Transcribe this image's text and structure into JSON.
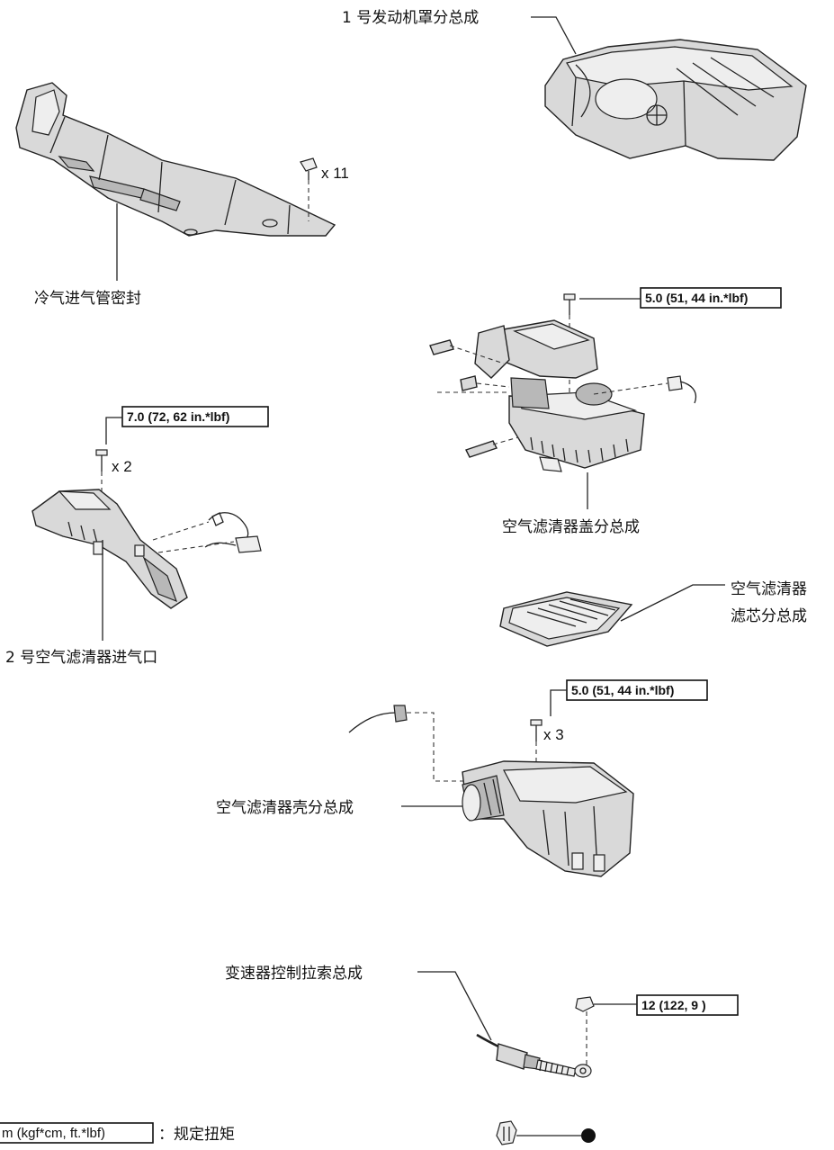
{
  "labels": {
    "engine_cover": "1 号发动机罩分总成",
    "cool_air_seal": "冷气进气管密封",
    "air_inlet_2": "2 号空气滤清器进气口",
    "air_cleaner_cap": "空气滤清器盖分总成",
    "filter_element_1": "空气滤清器",
    "filter_element_2": "滤芯分总成",
    "air_cleaner_case": "空气滤清器壳分总成",
    "control_cable": "变速器控制拉索总成"
  },
  "torques": {
    "cap_bolt": "5.0 (51, 44 in.*lbf)",
    "inlet_bolt": "7.0 (72, 62 in.*lbf)",
    "case_bolt": "5.0 (51, 44 in.*lbf)",
    "cable_nut": "12 (122, 9 )"
  },
  "quantities": {
    "clip": "x 11",
    "inlet_bolt": "x 2",
    "case_bolt": "x 3"
  },
  "legend": {
    "torque_unit": "m (kgf*cm, ft.*lbf)",
    "torque_desc": "：规定扭矩"
  },
  "icons": [
    "clip-icon",
    "bolt-icon",
    "nut-icon",
    "retainer-clip-icon",
    "non-reusable-dot-icon"
  ]
}
